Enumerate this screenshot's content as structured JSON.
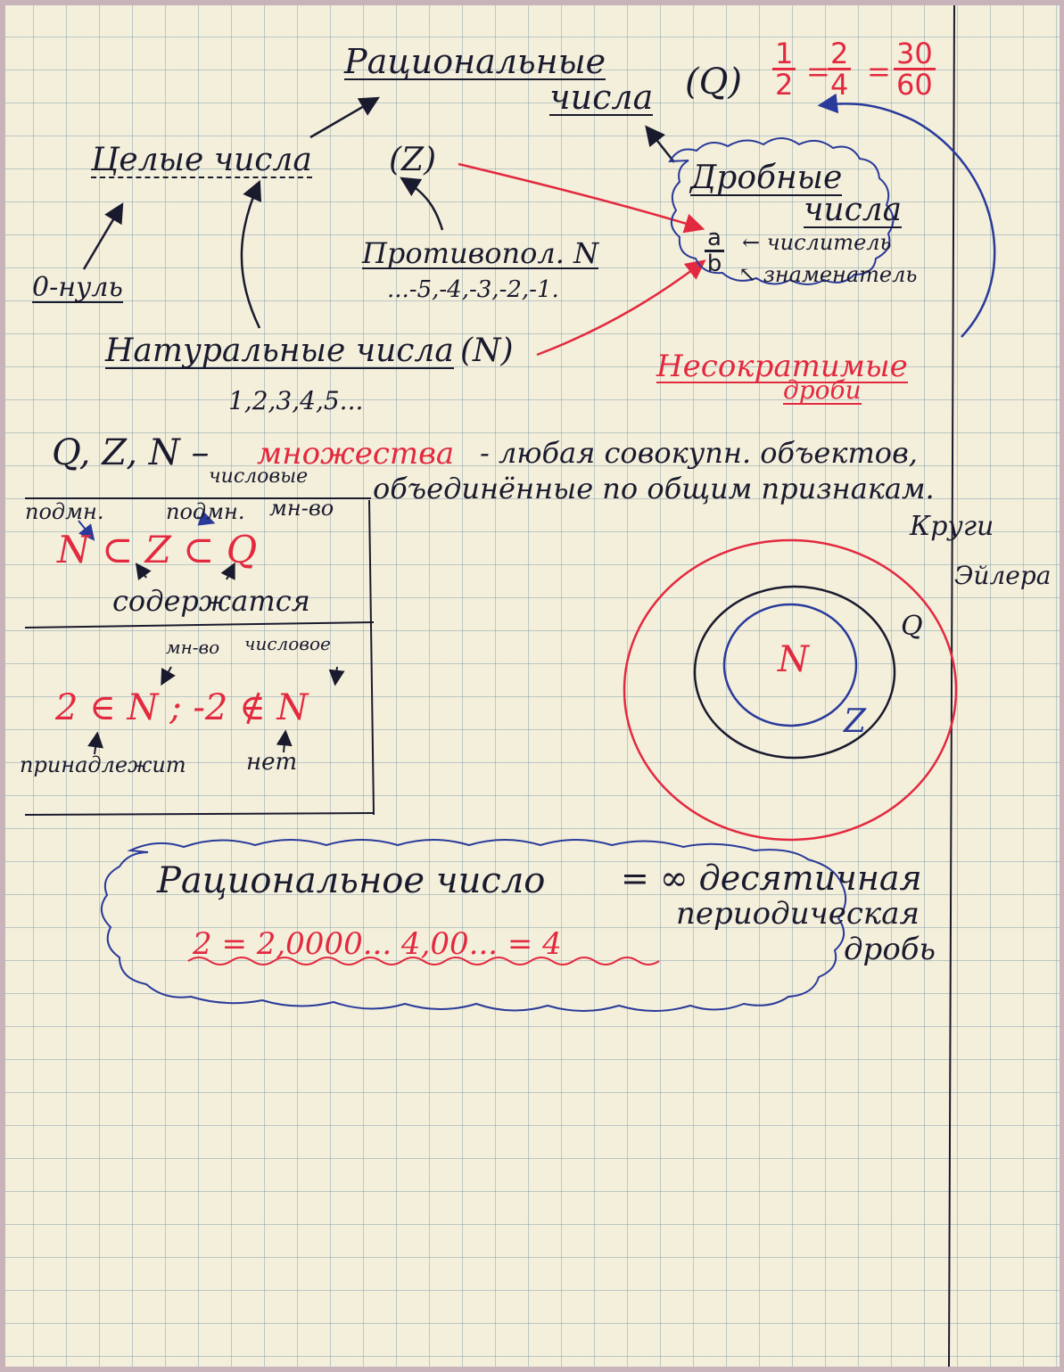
{
  "rational": {
    "title_line1": "Рациональные",
    "title_line2": "числа",
    "symbol": "(Q)"
  },
  "fractions": {
    "f1_num": "1",
    "f1_den": "2",
    "eq1": "=",
    "f2_num": "2",
    "f2_den": "4",
    "eq2": "=",
    "f3_num": "30",
    "f3_den": "60"
  },
  "integers": {
    "label": "Целые числа",
    "symbol": "(Z)"
  },
  "zero": {
    "label": "0-нуль"
  },
  "opposite": {
    "label": "Противопол. N",
    "sequence": "...-5,-4,-3,-2,-1."
  },
  "natural": {
    "label": "Натуральные числа",
    "symbol": "(N)",
    "sequence": "1,2,3,4,5..."
  },
  "fractional": {
    "title_line1": "Дробные",
    "title_line2": "числа",
    "numerator_symbol": "a",
    "denominator_symbol": "b",
    "numerator_label": "← числитель",
    "denominator_label": "↖ знаменатель"
  },
  "irreducible": {
    "line1": "Несократимые",
    "line2": "дроби"
  },
  "sets": {
    "prefix": "Q, Z, N –",
    "keyword": "множества",
    "definition_line1": "- любая совокупн. объектов,",
    "definition_line2": "объединённые по общим признакам.",
    "numeric_label": "числовые"
  },
  "subset_box": {
    "sub1": "подмн.",
    "sub2": "подмн.",
    "set": "мн-во",
    "inclusion": "N ⊂ Z ⊂ Q",
    "contained": "содержатся",
    "set2": "мн-во",
    "numeric2": "числовое",
    "membership": "2 ∈ N ; -2 ∉ N",
    "belongs": "принадлежит",
    "not": "нет"
  },
  "euler": {
    "title_line1": "Круги",
    "title_line2": "Эйлера",
    "label_n": "N",
    "label_z": "Z",
    "label_q": "Q"
  },
  "cloud": {
    "line1_left": "Рациональное число",
    "line1_right": "= ∞ десятичная",
    "line2": "периодическая",
    "line3": "дробь",
    "example": "2 = 2,0000...  4,00... = 4"
  },
  "colors": {
    "ink": "#1a1a2e",
    "red": "#e3293f",
    "blue": "#2a3a9a",
    "paper": "#f3efdb",
    "grid": "#7896aa"
  }
}
